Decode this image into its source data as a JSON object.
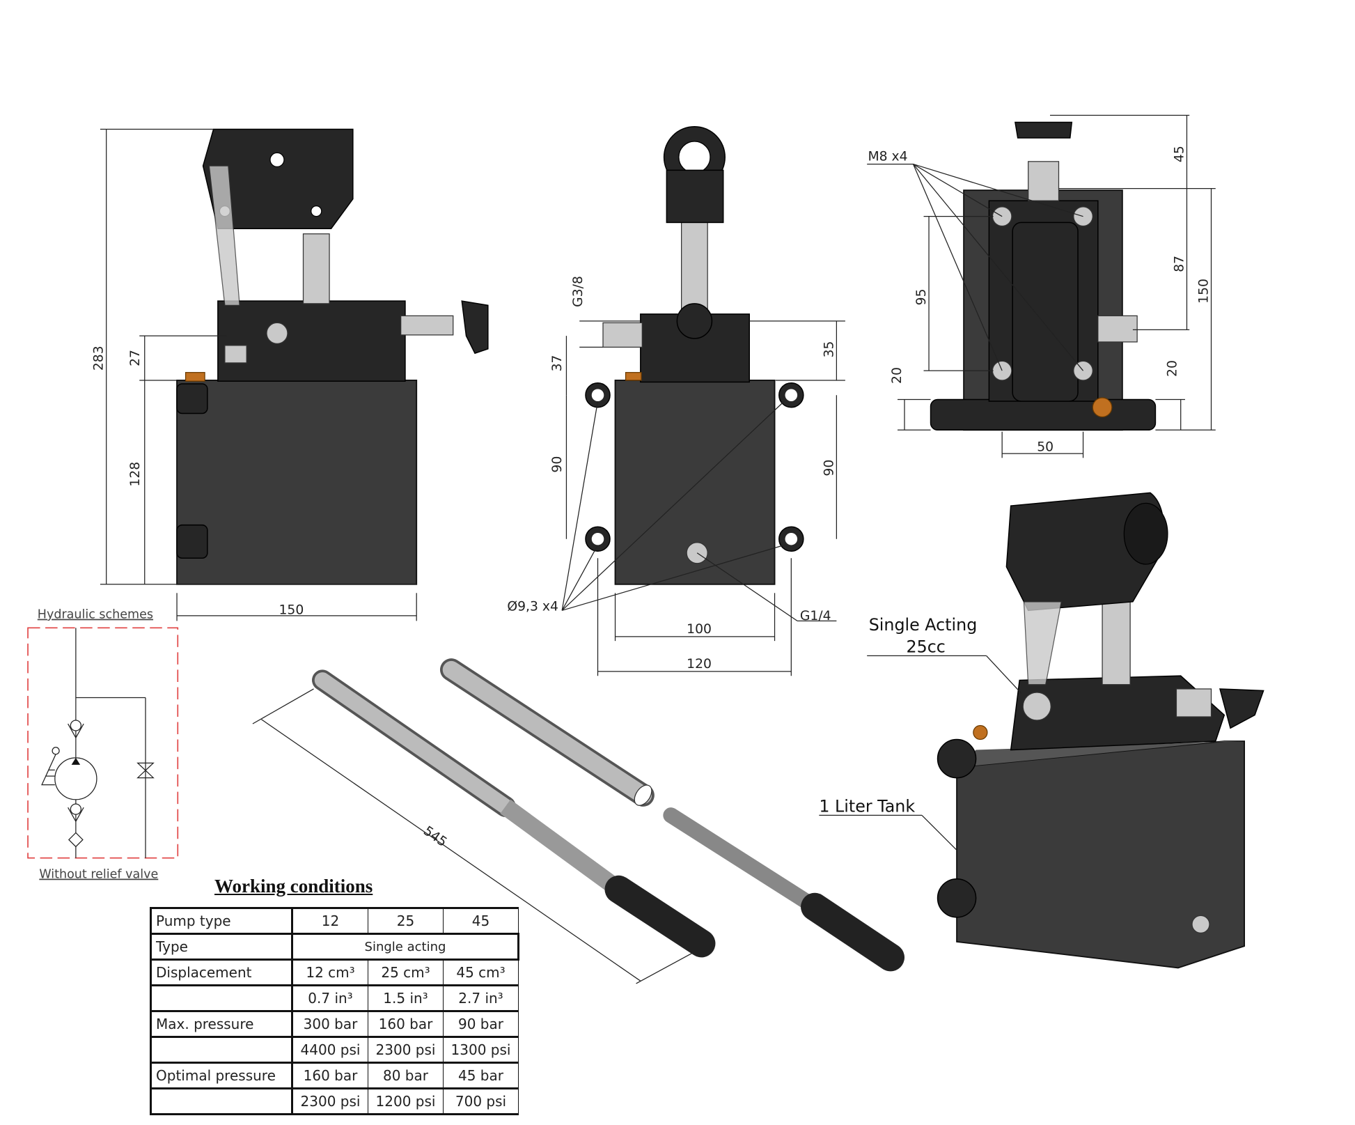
{
  "dimensions": {
    "side": {
      "total_height": "283",
      "top_offset": "27",
      "tank_height": "128",
      "width": "150"
    },
    "front": {
      "thread_top": "G3/8",
      "offset_left": "37",
      "offset_right": "35",
      "hole_spacing_left": "90",
      "hole_spacing_right": "90",
      "hole_callout": "Ø9,3 x4",
      "drain_port": "G1/4",
      "inner_width": "100",
      "outer_width": "120"
    },
    "top": {
      "bolt_callout": "M8 x4",
      "dim_45": "45",
      "dim_87": "87",
      "dim_150": "150",
      "dim_95": "95",
      "dim_20_left": "20",
      "dim_20_right": "20",
      "dim_50": "50"
    },
    "handle": {
      "length": "545"
    }
  },
  "callouts": {
    "single_acting_line1": "Single Acting",
    "single_acting_line2": "25cc",
    "tank": "1 Liter Tank"
  },
  "hydraulic": {
    "title": "Hydraulic schemes",
    "caption": "Without relief valve",
    "frame_color": "#e04040"
  },
  "working_conditions": {
    "title": "Working conditions",
    "header": {
      "label": "Pump type",
      "cols": [
        "12",
        "25",
        "45"
      ]
    },
    "type_row": {
      "label": "Type",
      "value": "Single acting"
    },
    "rows": [
      {
        "label": "Displacement",
        "values": [
          "12 cm³",
          "25 cm³",
          "45 cm³"
        ]
      },
      {
        "label": "",
        "values": [
          "0.7 in³",
          "1.5 in³",
          "2.7 in³"
        ]
      },
      {
        "label": "Max. pressure",
        "values": [
          "300 bar",
          "160 bar",
          "90 bar"
        ]
      },
      {
        "label": "",
        "values": [
          "4400 psi",
          "2300 psi",
          "1300 psi"
        ]
      },
      {
        "label": "Optimal pressure",
        "values": [
          "160 bar",
          "80 bar",
          "45 bar"
        ]
      },
      {
        "label": "",
        "values": [
          "2300 psi",
          "1200 psi",
          "700 psi"
        ]
      }
    ]
  }
}
